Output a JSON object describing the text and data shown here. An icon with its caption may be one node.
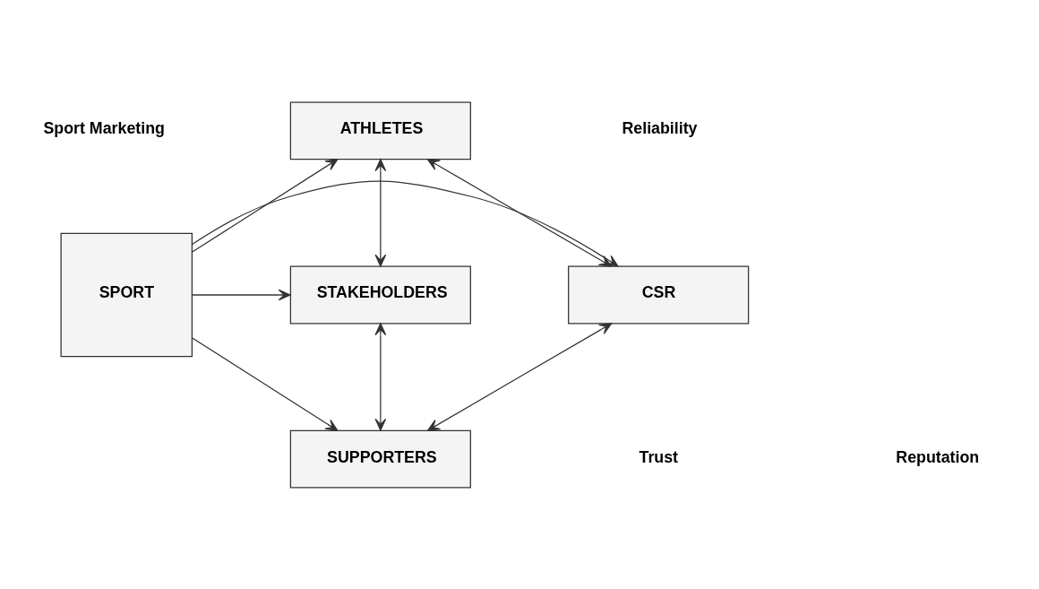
{
  "diagram": {
    "nodes": [
      {
        "text": [
          "ATHLETES"
        ]
      },
      {
        "text": [
          "CSR"
        ]
      },
      {
        "text": [
          "SPORT"
        ]
      },
      {
        "text": [
          "STAKEHOLDERS"
        ]
      },
      {
        "text": [
          "SUPPORTERS"
        ]
      }
    ],
    "edges": [
      {
        "from": 1,
        "to": 0,
        "arrow": "both"
      },
      {
        "from": 0,
        "to": 3,
        "arrow": "both"
      },
      {
        "from": 2,
        "to": 0,
        "arrow": "to"
      },
      {
        "from": 2,
        "to": 1,
        "arrow": "to"
      },
      {
        "from": 2,
        "to": 3,
        "arrow": "to"
      },
      {
        "from": 2,
        "to": 4,
        "arrow": "to"
      },
      {
        "from": 1,
        "to": 4,
        "arrow": "both"
      },
      {
        "from": 3,
        "to": 4,
        "arrow": "both"
      }
    ],
    "labels": [
      "Sport Marketing",
      "Reliability",
      "Trust",
      "Reputation"
    ]
  }
}
